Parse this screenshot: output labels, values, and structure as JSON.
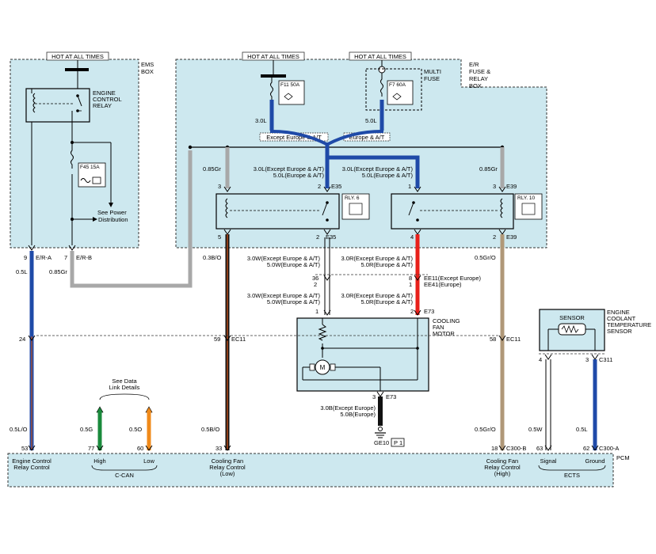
{
  "colors": {
    "box_fill": "#cde8ef",
    "outline": "#333333",
    "wire_blue": "#1f4aa8",
    "wire_gray": "#a8a8a8",
    "wire_red": "#e8201a",
    "wire_tan": "#b09878",
    "wire_green": "#1a8a3c",
    "wire_orange": "#f08a1a",
    "wire_black": "#111111",
    "wire_brown_stripe": "#c0501a"
  },
  "hot_labels": {
    "ems": "HOT AT ALL TIMES",
    "fuse11": "HOT AT ALL TIMES",
    "fuse7": "HOT AT ALL TIMES"
  },
  "ems_box": {
    "name_line1": "EMS",
    "name_line2": "BOX",
    "relay_line1": "ENGINE",
    "relay_line2": "CONTROL",
    "relay_line3": "RELAY",
    "fuse": "F45 15A",
    "see_power_1": "See Power",
    "see_power_2": "Distribution",
    "pin9": "9",
    "pin9_conn": "E/R-A",
    "pin7": "7",
    "pin7_conn": "E/R-B"
  },
  "er_box": {
    "name_line1": "E/R",
    "name_line2": "FUSE &",
    "name_line3": "RELAY",
    "name_line4": "BOX",
    "fuse11": "F11 50A",
    "fuse7": "F7 60A",
    "multi_fuse_1": "MULTI",
    "multi_fuse_2": "FUSE",
    "except_label": "Except Europe & A/T",
    "europe_label": "Europe & A/T",
    "rly6": "RLY. 6",
    "rly10": "RLY. 10"
  },
  "wire_labels": {
    "w3_0l": "3.0L",
    "w5_0l": "5.0L",
    "w085gr_left": "0.85Gr",
    "w085gr_right": "0.85Gr",
    "rly6_feed_1": "3.0L(Except Europe & A/T)",
    "rly6_feed_2": "5.0L(Europe & A/T)",
    "rly10_feed_1": "3.0L(Except Europe & A/T)",
    "rly10_feed_2": "5.0L(Europe & A/T)",
    "w05l_left": "0.5L",
    "w085gr_ems": "0.85Gr",
    "w03bo": "0.3B/O",
    "w3_0w_a_1": "3.0W(Except Europe & A/T)",
    "w3_0w_a_2": "5.0W(Europe & A/T)",
    "w3_0r_a_1": "3.0R(Except Europe & A/T)",
    "w3_0r_a_2": "5.0R(Europe & A/T)",
    "w3_0w_b_1": "3.0W(Except Europe & A/T)",
    "w3_0w_b_2": "5.0W(Europe & A/T)",
    "w3_0r_b_1": "3.0R(Except Europe & A/T)",
    "w3_0r_b_2": "5.0R(Europe & A/T)",
    "w05gro_top": "0.5Gr/O",
    "w3_0b_1": "3.0B(Except Europe)",
    "w3_0b_2": "5.0B(Europe)",
    "w05lo": "0.5L/O",
    "w05g": "0.5G",
    "w05o": "0.5O",
    "w05bo": "0.5B/O",
    "w05gro_bottom": "0.5Gr/O",
    "w05w": "0.5W",
    "w05l_right": "0.5L"
  },
  "pins": {
    "p3_rly6": "3",
    "e35_top": "E35",
    "p2_top": "2",
    "p1_rly10": "1",
    "p3_rly10": "3",
    "e39_top": "E39",
    "p5": "5",
    "p2_rly6": "2",
    "e35_bot": "E35",
    "p4": "4",
    "p2_rly10": "2",
    "e39_bot": "E39",
    "p36": "36",
    "p2_ee": "2",
    "p8": "8",
    "p1_ee": "1",
    "ee11": "EE11(Except Europe)",
    "ee41": "EE41(Europe)",
    "p1_e73": "1",
    "p2_e73": "2",
    "e73_top": "E73",
    "p24": "24",
    "p59": "59",
    "ec11_a": "EC11",
    "p58": "58",
    "ec11_b": "EC11",
    "p4_sensor": "4",
    "p3_sensor": "3",
    "c311": "C311",
    "p3_gnd": "3",
    "e73_gnd": "E73",
    "ge10": "GE10",
    "p1_gnd": "P 1"
  },
  "motor": {
    "line1": "COOLING",
    "line2": "FAN",
    "line3": "MOTOR",
    "m": "M"
  },
  "sensor": {
    "box_label": "SENSOR",
    "name_line1": "ENGINE",
    "name_line2": "COOLANT",
    "name_line3": "TEMPERATURE",
    "name_line4": "SENSOR"
  },
  "data_link": {
    "line1": "See Data",
    "line2": "Link Details"
  },
  "pcm": {
    "name": "PCM",
    "pin53": "53",
    "pin77": "77",
    "pin60": "60",
    "pin33": "33",
    "pin18": "18",
    "c300b": "C300-B",
    "pin63": "63",
    "pin62": "62",
    "c300a": "C300-A",
    "erc_1": "Engine Control",
    "erc_2": "Relay Control",
    "high": "High",
    "low": "Low",
    "ccan": "C-CAN",
    "cfl_1": "Cooling Fan",
    "cfl_2": "Relay Control",
    "cfl_3": "(Low)",
    "cfh_1": "Cooling Fan",
    "cfh_2": "Relay Control",
    "cfh_3": "(High)",
    "signal": "Signal",
    "ground": "Ground",
    "ects": "ECTS"
  }
}
